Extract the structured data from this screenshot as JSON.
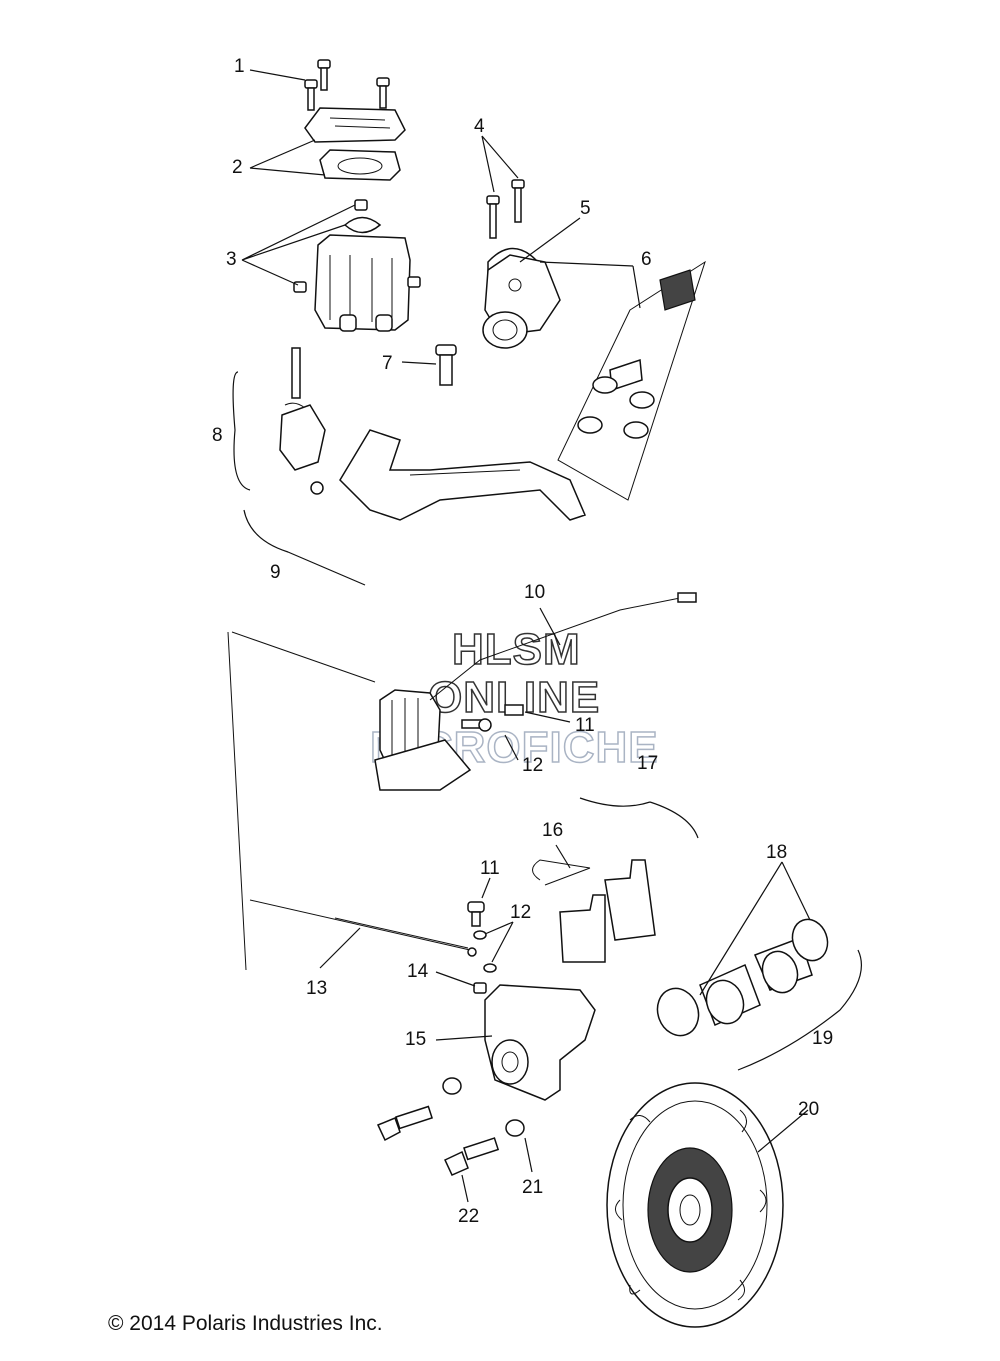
{
  "callouts": [
    {
      "id": "1",
      "label": "1"
    },
    {
      "id": "2",
      "label": "2"
    },
    {
      "id": "3",
      "label": "3"
    },
    {
      "id": "4",
      "label": "4"
    },
    {
      "id": "5",
      "label": "5"
    },
    {
      "id": "6",
      "label": "6"
    },
    {
      "id": "7",
      "label": "7"
    },
    {
      "id": "8",
      "label": "8"
    },
    {
      "id": "9",
      "label": "9"
    },
    {
      "id": "10",
      "label": "10"
    },
    {
      "id": "11a",
      "label": "11"
    },
    {
      "id": "12a",
      "label": "12"
    },
    {
      "id": "11b",
      "label": "11"
    },
    {
      "id": "12b",
      "label": "12"
    },
    {
      "id": "13",
      "label": "13"
    },
    {
      "id": "14",
      "label": "14"
    },
    {
      "id": "15",
      "label": "15"
    },
    {
      "id": "16",
      "label": "16"
    },
    {
      "id": "17",
      "label": "17"
    },
    {
      "id": "18",
      "label": "18"
    },
    {
      "id": "19",
      "label": "19"
    },
    {
      "id": "20",
      "label": "20"
    },
    {
      "id": "21",
      "label": "21"
    },
    {
      "id": "22",
      "label": "22"
    }
  ],
  "watermark": {
    "line1": "HLSM",
    "line2": "ONLINE",
    "line3": "MICROFICHE"
  },
  "copyright": "© 2014 Polaris Industries Inc."
}
